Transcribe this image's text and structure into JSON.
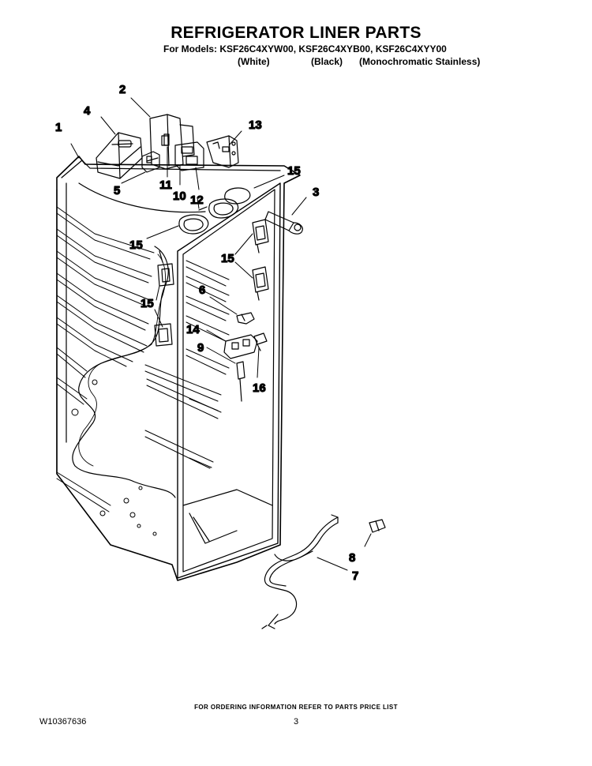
{
  "header": {
    "title": "REFRIGERATOR LINER PARTS",
    "models_line": "For Models: KSF26C4XYW00, KSF26C4XYB00, KSF26C4XYY00",
    "variants": [
      "(White)",
      "(Black)",
      "(Monochromatic Stainless)"
    ]
  },
  "diagram": {
    "callouts": [
      "1",
      "2",
      "3",
      "4",
      "5",
      "6",
      "7",
      "8",
      "9",
      "10",
      "11",
      "12",
      "13",
      "14",
      "15",
      "15",
      "15",
      "15",
      "16"
    ]
  },
  "footer": {
    "ordering_note": "FOR ORDERING INFORMATION REFER TO PARTS PRICE LIST",
    "document_number": "W10367636",
    "page_number": "3"
  }
}
